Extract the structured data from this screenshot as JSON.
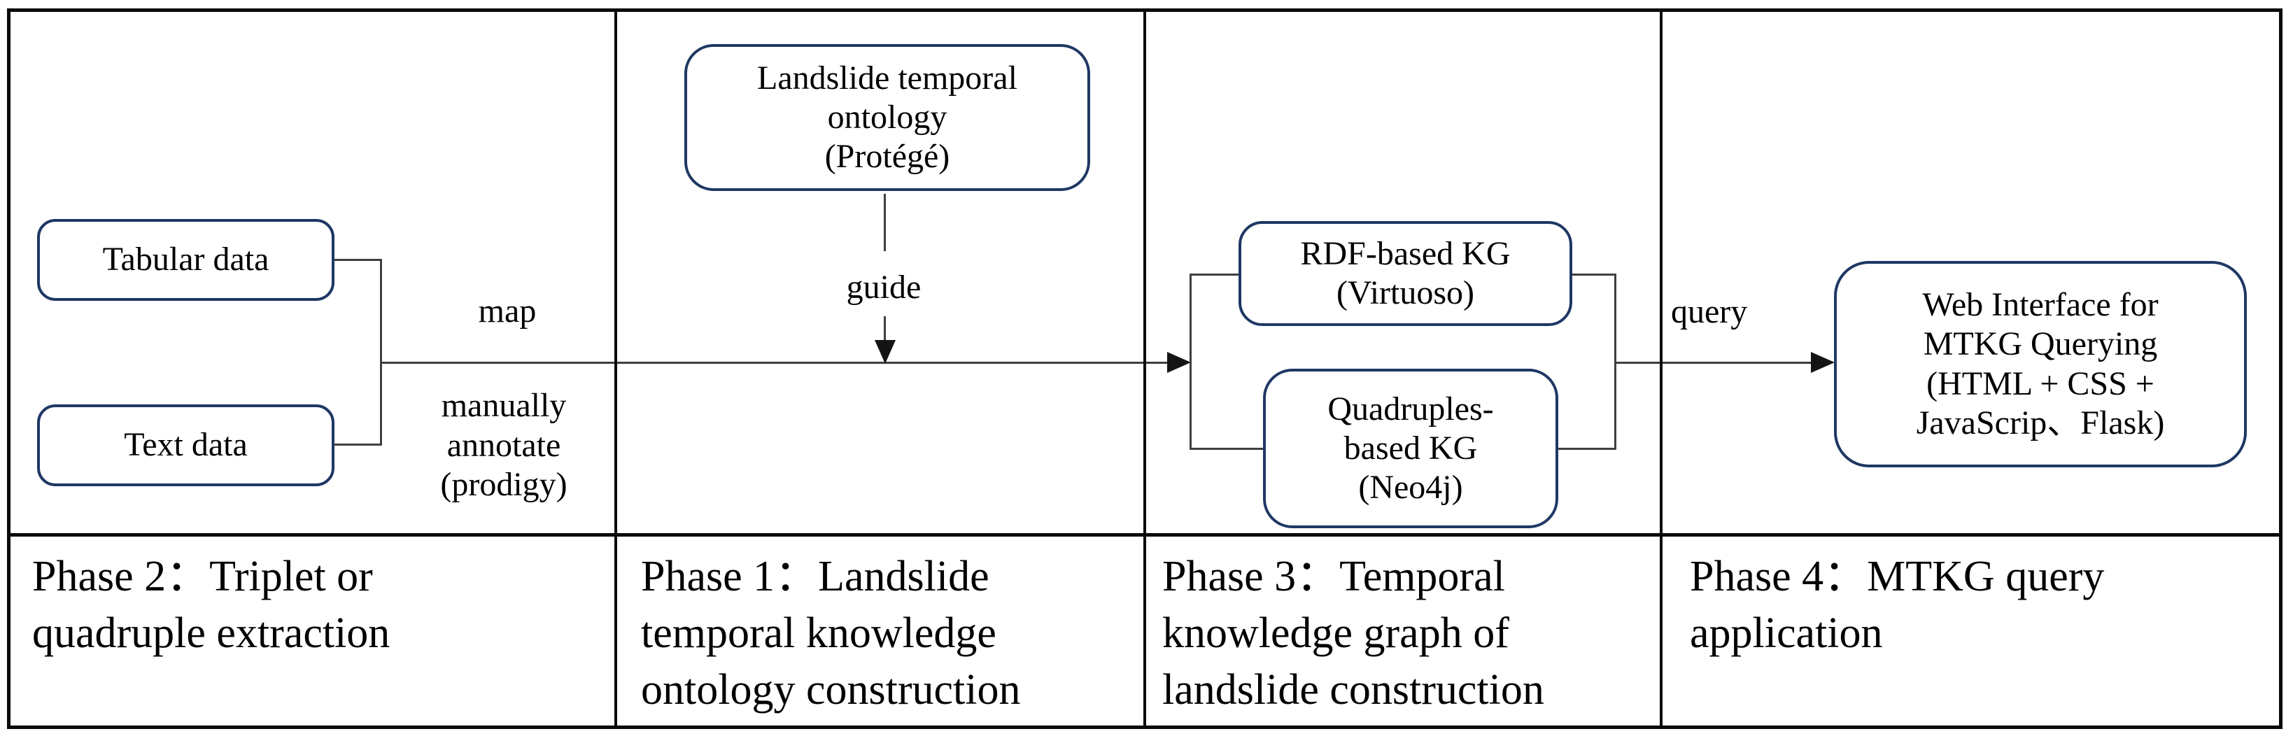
{
  "diagram": {
    "nodes": {
      "tabular": {
        "label": "Tabular data"
      },
      "text": {
        "label": "Text data"
      },
      "ontology": {
        "label": "Landslide temporal\nontology\n(Protégé)"
      },
      "rdf": {
        "label": "RDF-based KG\n(Virtuoso)"
      },
      "quadruples": {
        "label": "Quadruples-\nbased KG\n(Neo4j)"
      },
      "web": {
        "label": "Web Interface for\nMTKG Querying\n(HTML + CSS +\nJavaScrip、Flask)"
      }
    },
    "edge_labels": {
      "map": "map",
      "manually_annotate": "manually\nannotate\n(prodigy)",
      "guide": "guide",
      "query": "query"
    },
    "phases": [
      {
        "label": "Phase 2：Triplet or\nquadruple extraction"
      },
      {
        "label": "Phase 1：Landslide\ntemporal knowledge\nontology construction"
      },
      {
        "label": "Phase 3：Temporal\nknowledge graph of\nlandslide construction"
      },
      {
        "label": "Phase 4：MTKG query\napplication"
      }
    ],
    "colors": {
      "node_border": "#1f3864",
      "connector": "#3f3f3f",
      "frame": "#0a0a0a"
    }
  }
}
